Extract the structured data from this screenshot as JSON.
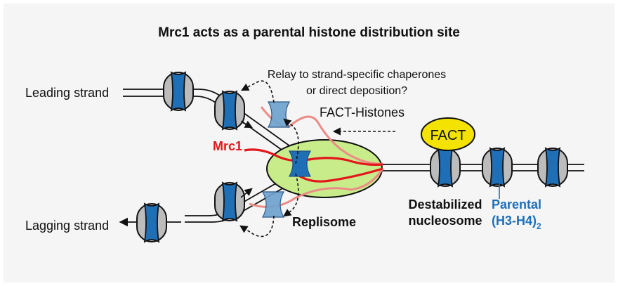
{
  "title": "Mrc1 acts as a parental histone distribution site",
  "labels": {
    "leading_strand": "Leading strand",
    "lagging_strand": "Lagging strand",
    "relay_line1": "Relay to strand-specific chaperones",
    "relay_line2": "or direct deposition?",
    "fact_histones": "FACT-Histones",
    "fact": "FACT",
    "mrc1": "Mrc1",
    "replisome": "Replisome",
    "destabilized_line1": "Destabilized",
    "destabilized_line2": "nucleosome",
    "parental_line1": "Parental",
    "parental_line2": "(H3-H4)",
    "parental_subscript": "2"
  },
  "colors": {
    "background": "#f5f5f5",
    "histone_blue": "#1f6fb7",
    "histone_grey": "#bcbcbc",
    "light_blue": "#6fa3cf",
    "mrc1_red": "#e3161b",
    "pink_strand": "#ec8c86",
    "replisome_green": "#c8ec8a",
    "fact_yellow": "#f4e300",
    "parental_text": "#1f6fb7"
  }
}
